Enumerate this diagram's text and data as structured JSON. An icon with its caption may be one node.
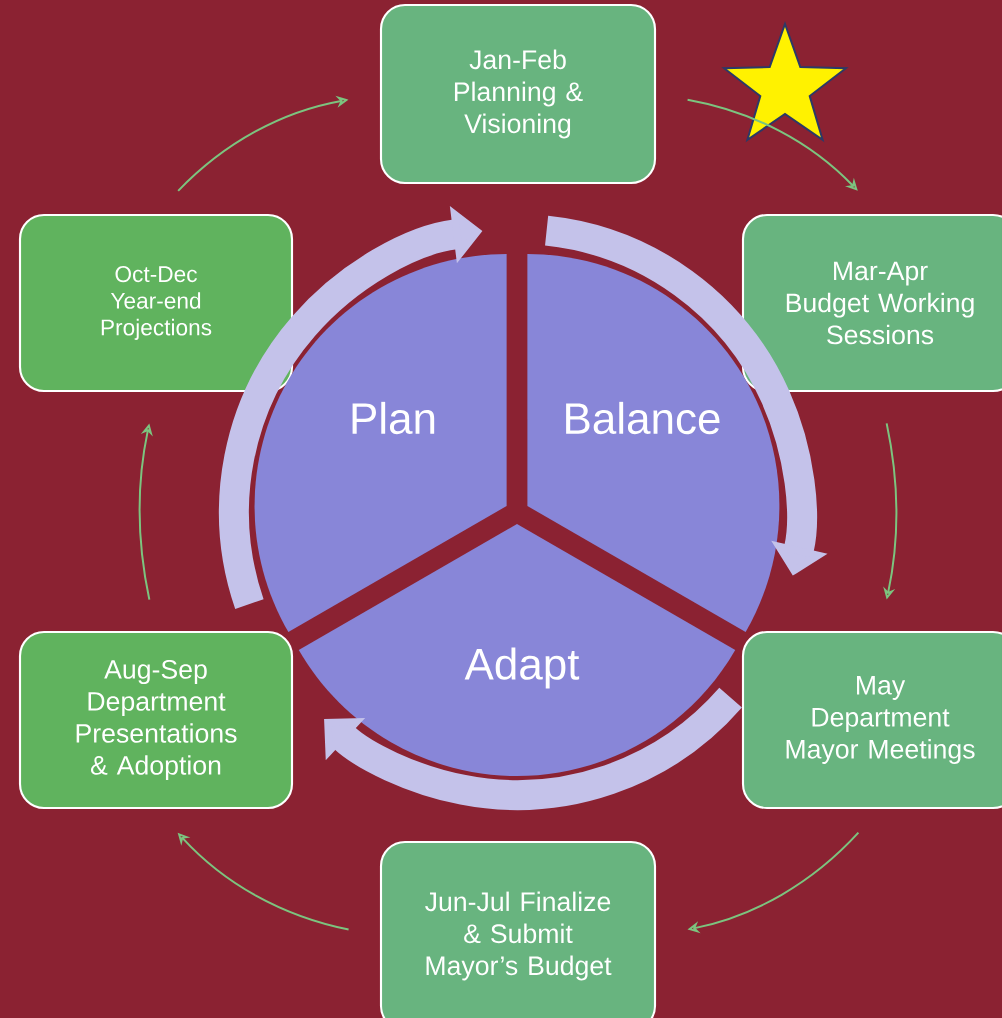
{
  "diagram": {
    "nodes": [
      {
        "text": [
          "Jan-Feb",
          "Planning & Visioning"
        ]
      },
      {
        "text": [
          "Oct-Dec",
          "Year-end Projections"
        ]
      },
      {
        "text": [
          "Mar-Apr",
          "Budget Working Sessions"
        ]
      },
      {
        "text": [
          "Plan"
        ]
      },
      {
        "text": [
          "Balance"
        ]
      },
      {
        "text": [
          "Aug-Sep",
          "Department Presentations & Adoption"
        ]
      },
      {
        "text": [
          "Adapt"
        ]
      },
      {
        "text": [
          "May",
          "Department Mayor Meetings"
        ]
      },
      {
        "text": [
          "Jun-Jul Finalize & Submit Mayor’s Budget"
        ]
      }
    ],
    "edges": [
      {
        "from": 0,
        "to": 2,
        "arrow": "to"
      },
      {
        "from": 2,
        "to": 7,
        "arrow": "to"
      },
      {
        "from": 7,
        "to": 8,
        "arrow": "to"
      },
      {
        "from": 8,
        "to": 5,
        "arrow": "to"
      },
      {
        "from": 5,
        "to": 1,
        "arrow": "to"
      },
      {
        "from": 1,
        "to": 0,
        "arrow": "to"
      }
    ]
  }
}
